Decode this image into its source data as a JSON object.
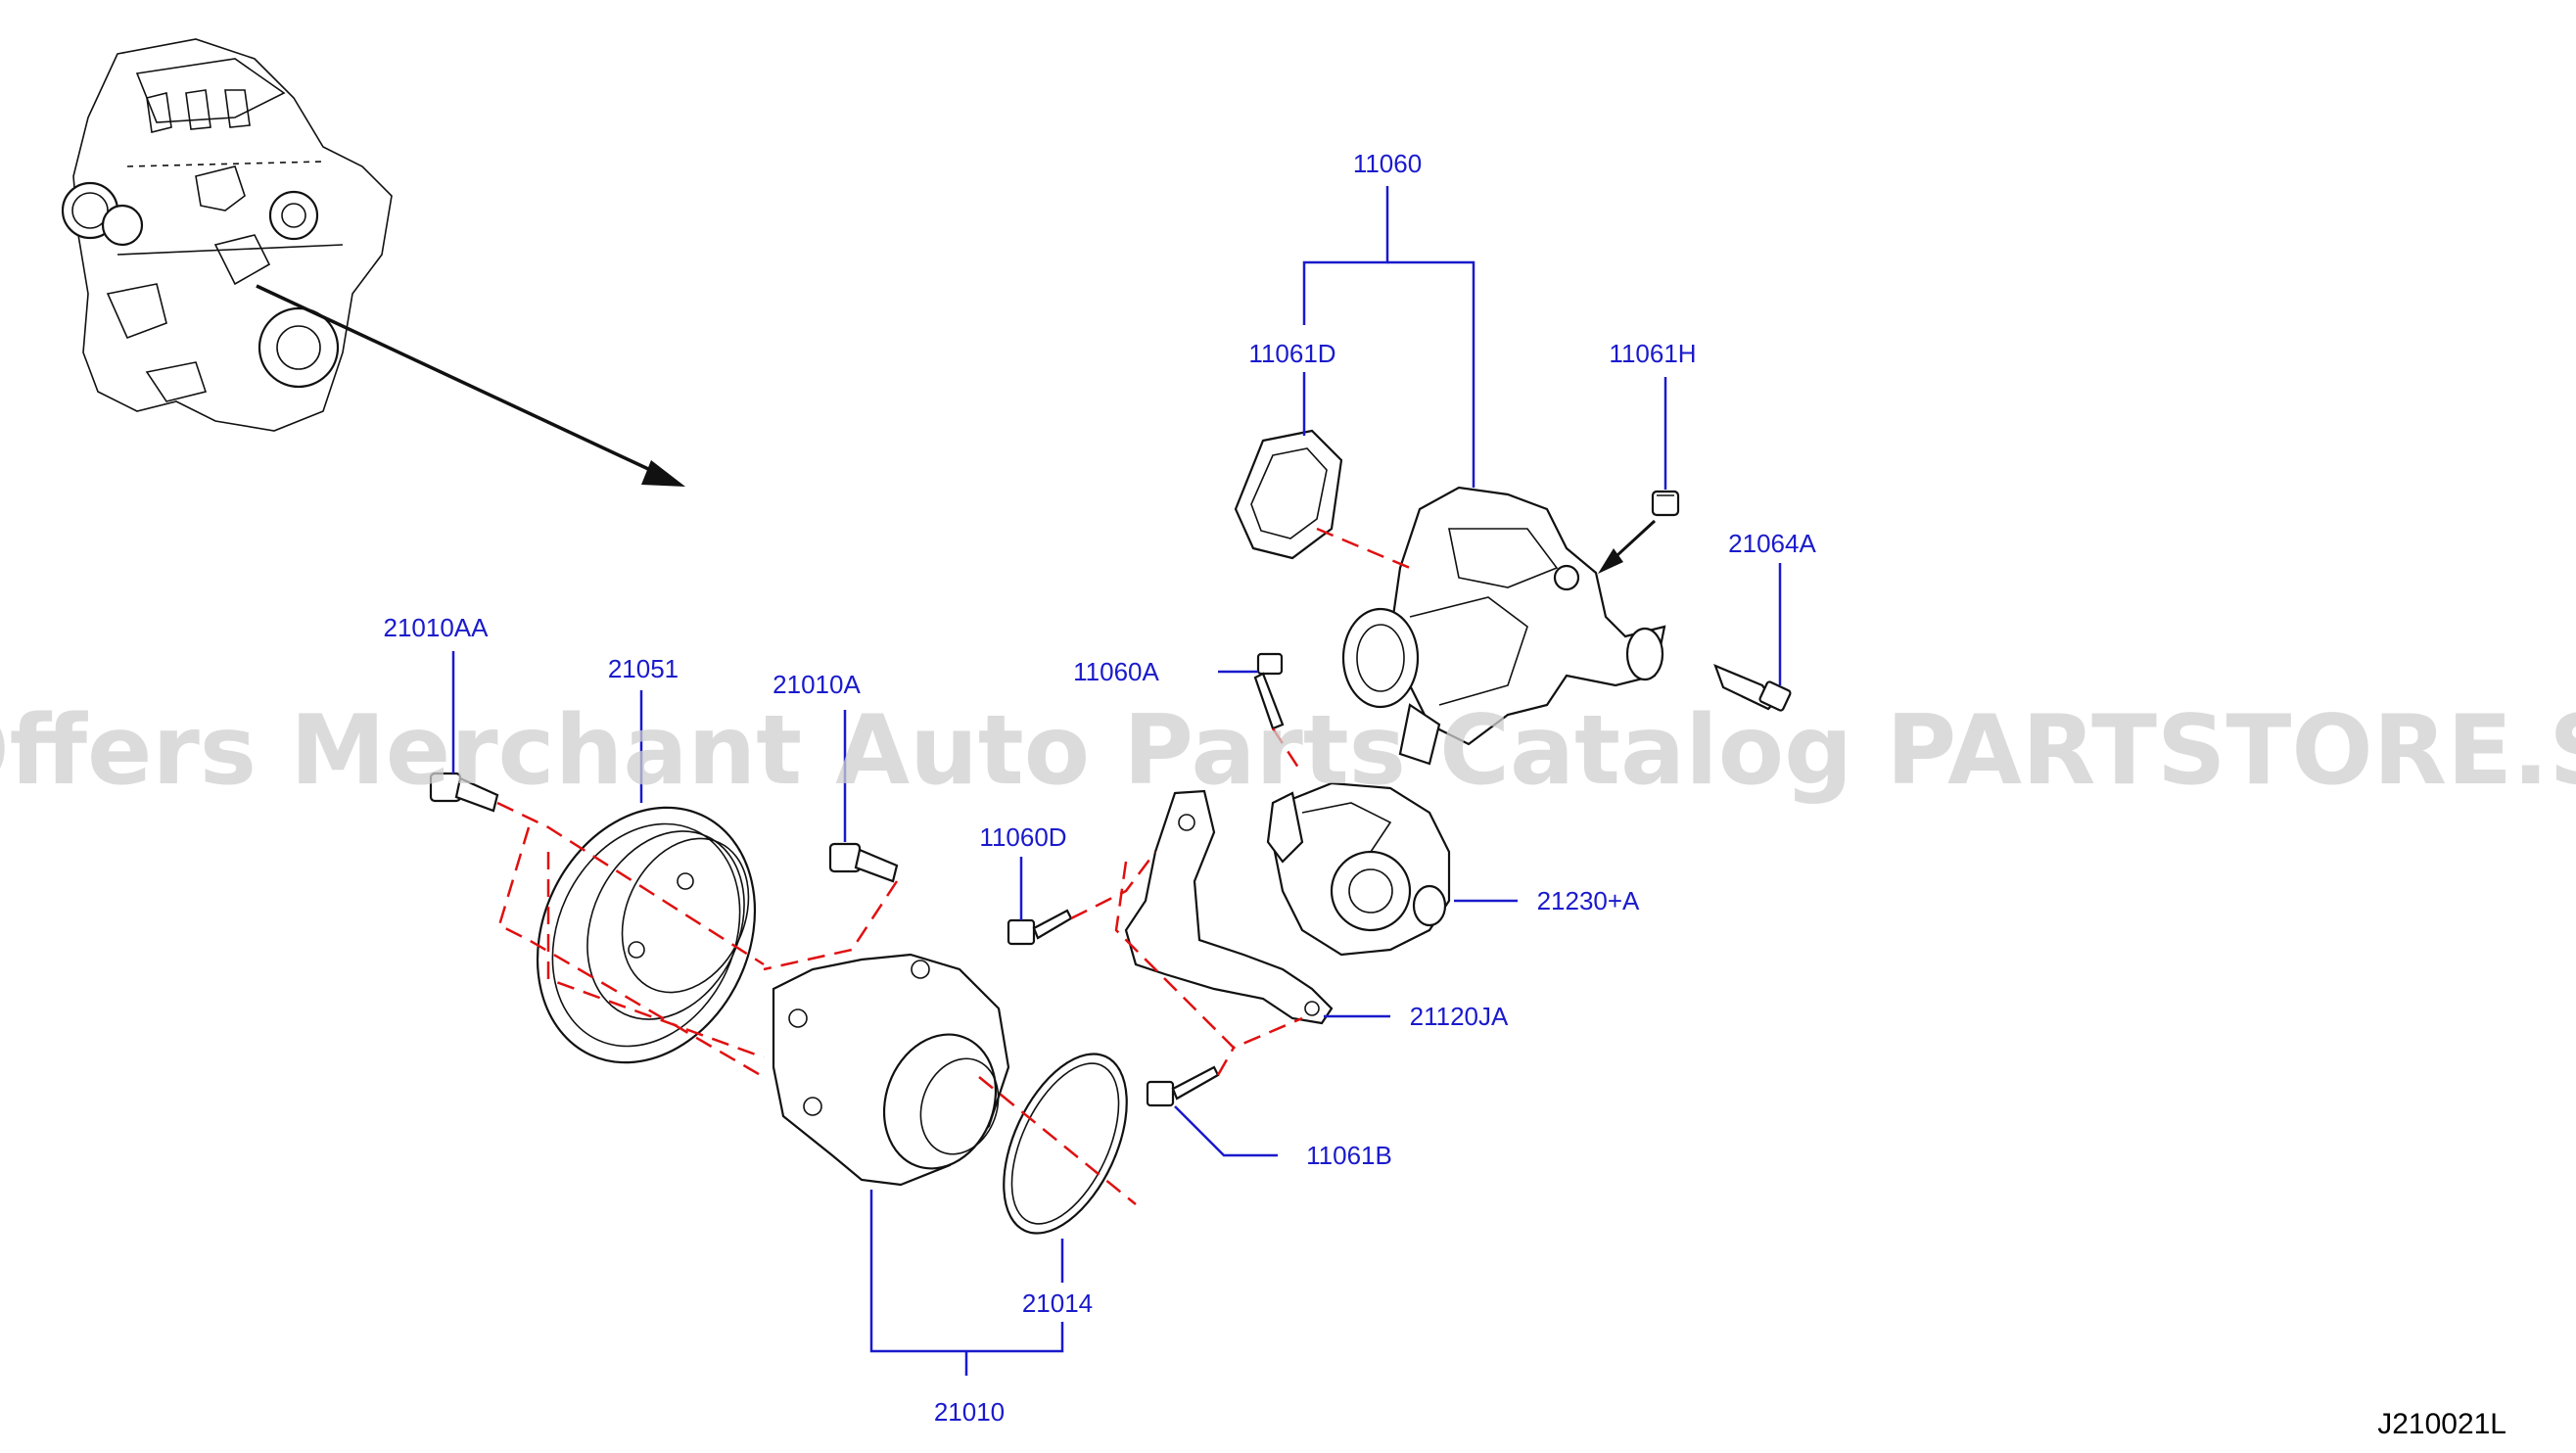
{
  "watermark": "Offers Merchant Auto Parts Catalog PARTSTORE.SA",
  "drawing_code": "J210021L",
  "labels": {
    "p11060": "11060",
    "p11061D": "11061D",
    "p11061H": "11061H",
    "p21064A": "21064A",
    "p21010AA": "21010AA",
    "p21051": "21051",
    "p21010A": "21010A",
    "p11060A": "11060A",
    "p11060D": "11060D",
    "p21230A": "21230+A",
    "p21120JA": "21120JA",
    "p11061B": "11061B",
    "p21014": "21014",
    "p21010": "21010"
  },
  "colors": {
    "label": "#1a1acc",
    "leader": "#1a1acc",
    "dashed_guide": "#e01010",
    "line": "#111111"
  }
}
